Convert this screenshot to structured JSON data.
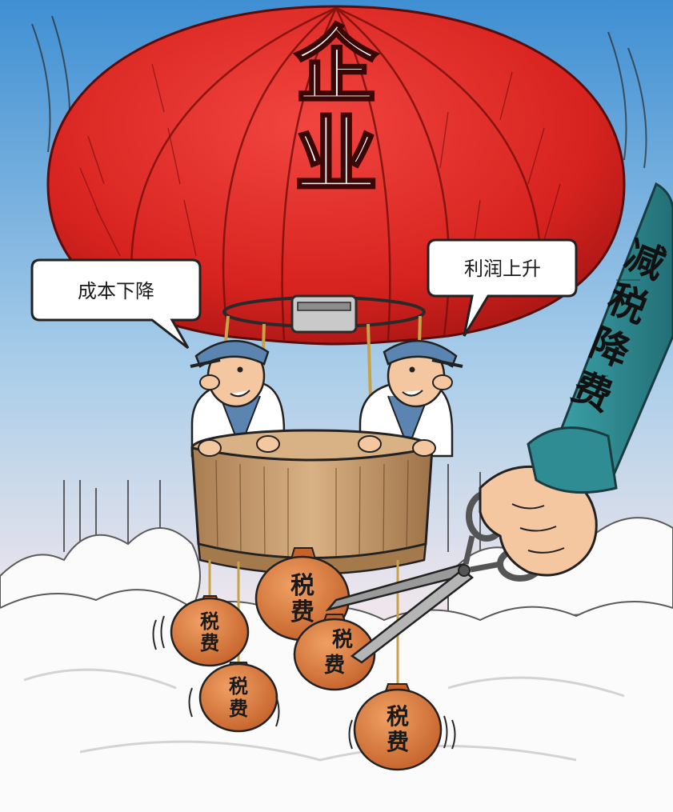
{
  "balloon": {
    "label_line1": "企",
    "label_line2": "业"
  },
  "speech_left": {
    "text": "成本下降"
  },
  "speech_right": {
    "text": "利润上升"
  },
  "sleeve": {
    "line1": "减",
    "line2": "税",
    "line3": "降",
    "line4": "费"
  },
  "bags": [
    {
      "line1": "税",
      "line2": "费"
    },
    {
      "line1": "税",
      "line2": "费"
    },
    {
      "line1": "税",
      "line2": "费"
    },
    {
      "line1": "税",
      "line2": "费"
    },
    {
      "line1": "税",
      "line2": "费"
    }
  ],
  "colors": {
    "balloon_red": "#e02a26",
    "balloon_dark": "#9e1512",
    "sky_top": "#3f8fd3",
    "sky_bottom": "#f2ece4",
    "basket": "#c69c6d",
    "bag": "#d9773a",
    "sleeve": "#2f8c93",
    "skin": "#f4c7a1",
    "uniform": "#5b84b1",
    "cloud": "#fbfbfb"
  }
}
